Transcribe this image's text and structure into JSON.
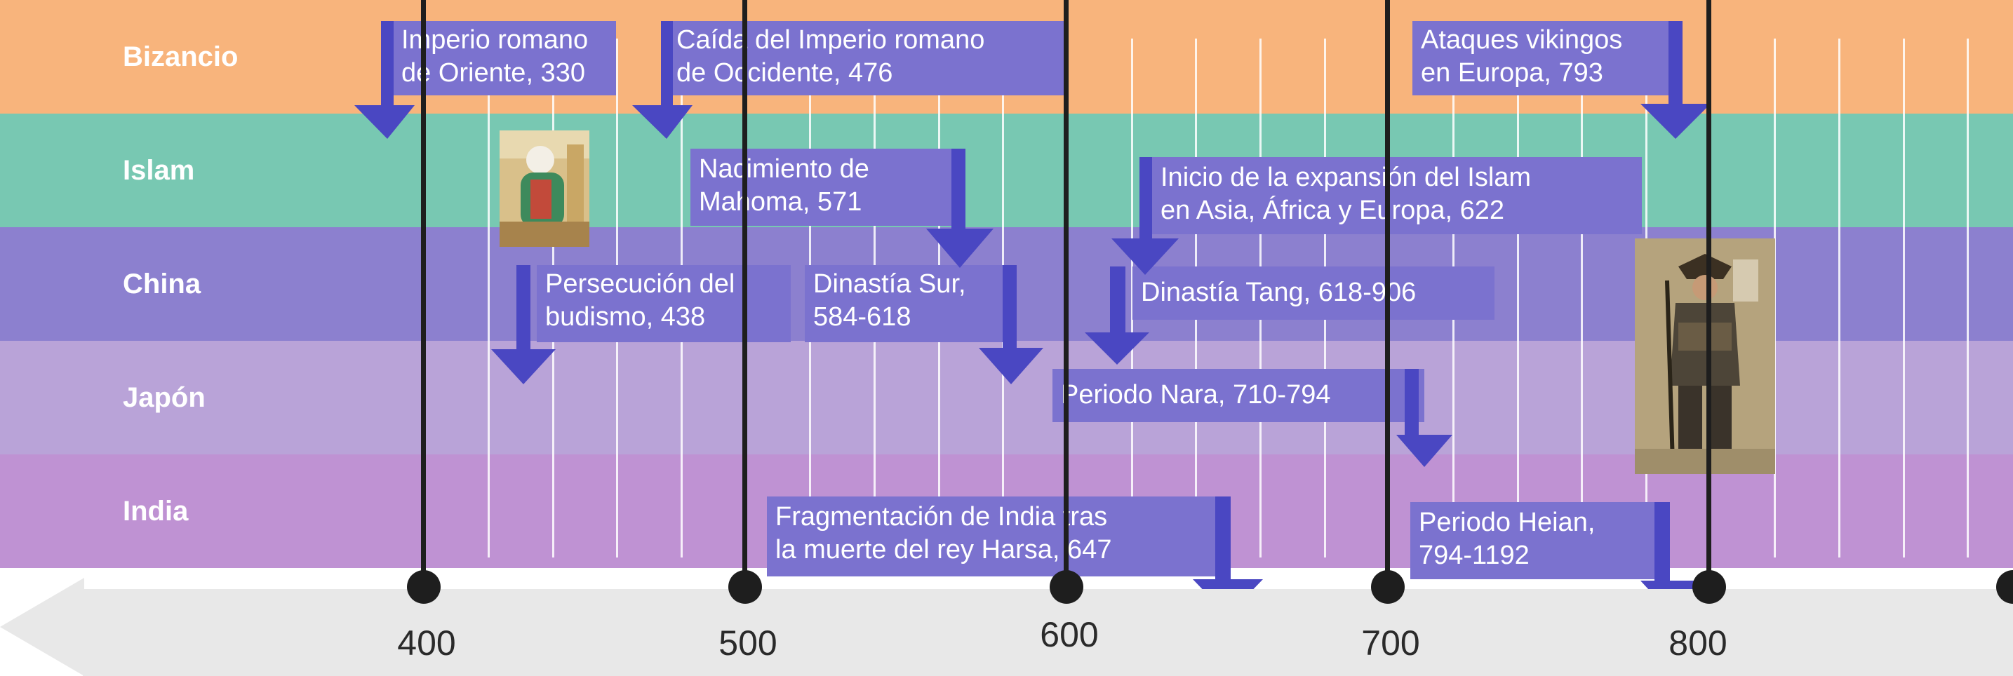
{
  "rows": [
    {
      "label": "Bizancio",
      "color": "#f8b47c"
    },
    {
      "label": "Islam",
      "color": "#78c8b2"
    },
    {
      "label": "China",
      "color": "#8c80cf"
    },
    {
      "label": "Japón",
      "color": "#b9a3d8"
    },
    {
      "label": "India",
      "color": "#bf92d3"
    }
  ],
  "axis": {
    "years": [
      "400",
      "500",
      "600",
      "700",
      "800"
    ],
    "arrow_color": "#e8e8e8",
    "major_line_color": "#1e1e1e"
  },
  "events": [
    {
      "id": "imperio-oriente",
      "text": "Imperio romano\nde Oriente, 330"
    },
    {
      "id": "caida-occidente",
      "text": "Caída del Imperio romano\nde Occidente, 476"
    },
    {
      "id": "vikingos",
      "text": "Ataques vikingos\nen Europa, 793"
    },
    {
      "id": "mahoma",
      "text": "Nacimiento de\nMahoma, 571"
    },
    {
      "id": "expansion-islam",
      "text": "Inicio de la expansión del Islam\nen Asia, África y Europa, 622"
    },
    {
      "id": "persecucion-budismo",
      "text": "Persecución del\nbudismo, 438"
    },
    {
      "id": "dinastia-sur",
      "text": "Dinastía Sur,\n584-618"
    },
    {
      "id": "dinastia-tang",
      "text": "Dinastía Tang, 618-906"
    },
    {
      "id": "periodo-nara",
      "text": "Periodo Nara, 710-794"
    },
    {
      "id": "fragmentacion-india",
      "text": "Fragmentación de India tras\nla muerte del rey Harsa, 647"
    },
    {
      "id": "periodo-heian",
      "text": "Periodo Heian,\n794-1192"
    }
  ],
  "colors": {
    "event_box": "#7b72cf",
    "arrow": "#4a47c2"
  }
}
